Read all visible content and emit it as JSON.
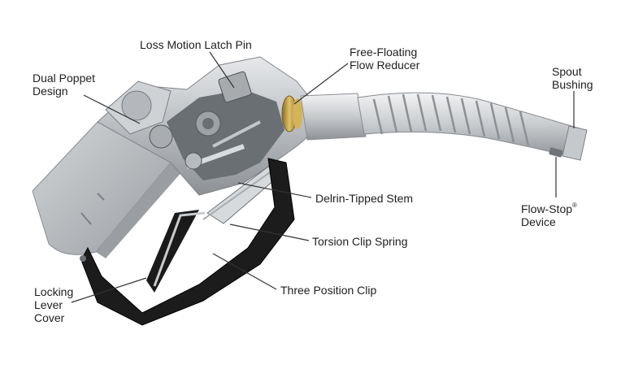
{
  "labels": {
    "dual_poppet": [
      "Dual Poppet",
      "Design"
    ],
    "loss_motion": [
      "Loss Motion Latch Pin"
    ],
    "free_floating": [
      "Free-Floating",
      "Flow Reducer"
    ],
    "spout_bushing": [
      "Spout",
      "Bushing"
    ],
    "delrin": [
      "Delrin-Tipped Stem"
    ],
    "flow_stop": [
      "Flow-Stop",
      "Device"
    ],
    "flow_stop_mark": "®",
    "torsion": [
      "Torsion Clip Spring"
    ],
    "three_position": [
      "Three Position Clip"
    ],
    "locking_lever": [
      "Locking",
      "Lever",
      "Cover"
    ]
  },
  "colors": {
    "metal": "#b9bcbf",
    "metal_light": "#e4e6e8",
    "metal_dark": "#7e8286",
    "cutaway": "#5f6468",
    "brass": "#c9a64a",
    "guard": "#1c1c1c",
    "leader": "#333333"
  }
}
